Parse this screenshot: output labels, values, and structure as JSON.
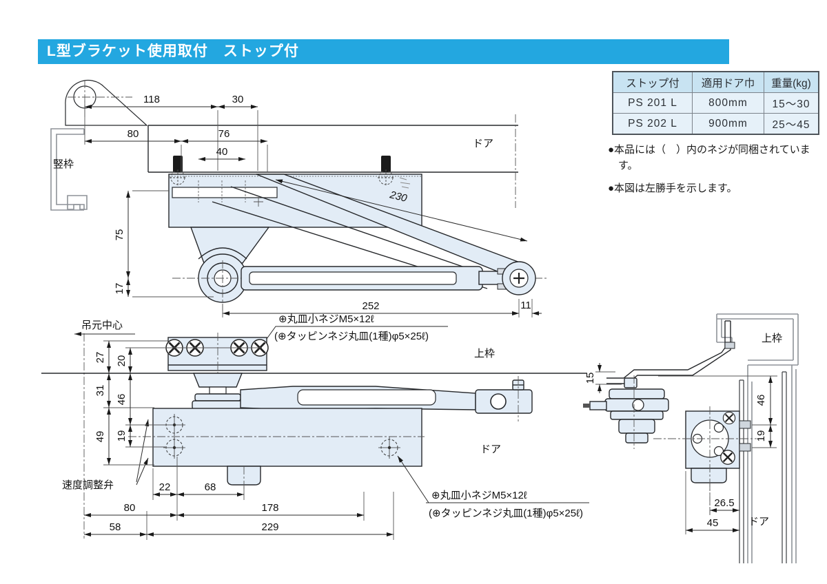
{
  "header": {
    "title": "L型ブラケット使用取付　ストップ付",
    "bg_color": "#23a7e0",
    "text_color": "#ffffff"
  },
  "spec_table": {
    "headers": [
      "ストップ付",
      "適用ドア巾",
      "重量(kg)"
    ],
    "rows": [
      [
        "PS 201 L",
        "800mm",
        "15〜30"
      ],
      [
        "PS 202 L",
        "900mm",
        "25〜45"
      ]
    ],
    "header_bg": "#c8e3f2",
    "row_bg": "#e6f1f9"
  },
  "notes": [
    "●本品には（　）内のネジが同梱されています。",
    "●本図は左勝手を示します。"
  ],
  "top_view": {
    "labels": {
      "vertical_frame": "竪枠",
      "door": "ドア"
    },
    "dims": {
      "d118": "118",
      "d30": "30",
      "d80": "80",
      "d76": "76",
      "d40": "40",
      "d75": "75",
      "d17": "17",
      "d252": "252",
      "d11": "11",
      "d230": "230"
    }
  },
  "front_view": {
    "labels": {
      "hinge_center": "吊元中心",
      "top_frame": "上枠",
      "door": "ドア",
      "speed_valve": "速度調整弁"
    },
    "screw_note": {
      "line1": "⊕丸皿小ネジM5×12ℓ",
      "line2": "(⊕タッピンネジ丸皿(1種)φ5×25ℓ)"
    },
    "dims": {
      "d27": "27",
      "d20": "20",
      "d31": "31",
      "d46": "46",
      "d49": "49",
      "d19": "19",
      "d22": "22",
      "d68": "68",
      "d80": "80",
      "d178": "178",
      "d58": "58",
      "d229": "229"
    }
  },
  "side_view": {
    "labels": {
      "top_frame": "上枠",
      "door": "ドア"
    },
    "dims": {
      "d15": "15",
      "d46": "46",
      "d19": "19",
      "d26_5": "26.5",
      "d45": "45"
    }
  },
  "colors": {
    "fill_light_blue": "#e2ecf6",
    "frame_gray": "#8e9298",
    "line": "#26282b"
  }
}
